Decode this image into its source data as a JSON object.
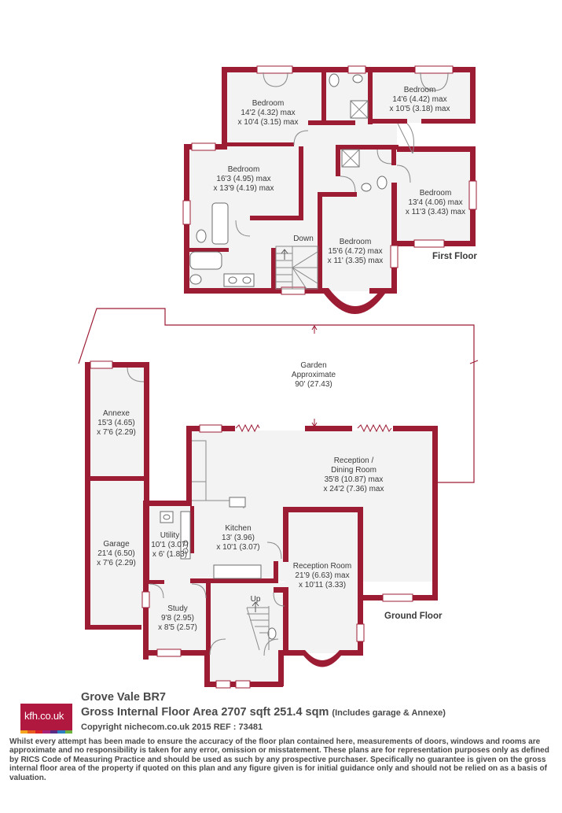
{
  "first_floor": {
    "floor_label": "First Floor",
    "rooms": [
      {
        "name": "Bedroom",
        "dims1": "14'2 (4.32) max",
        "dims2": "x 10'4 (3.15) max"
      },
      {
        "name": "Bedroom",
        "dims1": "14'6 (4.42) max",
        "dims2": "x 10'5 (3.18) max"
      },
      {
        "name": "Bedroom",
        "dims1": "16'3 (4.95) max",
        "dims2": "x 13'9 (4.19) max"
      },
      {
        "name": "Bedroom",
        "dims1": "13'4 (4.06) max",
        "dims2": "x 11'3 (3.43) max"
      },
      {
        "name": "Bedroom",
        "dims1": "15'6 (4.72) max",
        "dims2": "x 11' (3.35) max"
      }
    ],
    "stairs_label": "Down"
  },
  "garden": {
    "name": "Garden",
    "line2": "Approximate",
    "line3": "90' (27.43)"
  },
  "ground_floor": {
    "floor_label": "Ground Floor",
    "stairs_label": "Up",
    "rooms": [
      {
        "name": "Annexe",
        "dims1": "15'3 (4.65)",
        "dims2": "x 7'6 (2.29)"
      },
      {
        "name": "Garage",
        "dims1": "21'4 (6.50)",
        "dims2": "x 7'6 (2.29)"
      },
      {
        "name": "Utility",
        "dims1": "10'1 (3.07)",
        "dims2": "x 6' (1.83)"
      },
      {
        "name": "Kitchen",
        "dims1": "13' (3.96)",
        "dims2": "x 10'1 (3.07)"
      },
      {
        "name": "Reception /",
        "name2": "Dining Room",
        "dims1": "35'8 (10.87) max",
        "dims2": "x 24'2 (7.36) max"
      },
      {
        "name": "Reception Room",
        "dims1": "21'9 (6.63) max",
        "dims2": "x 10'11 (3.33)"
      },
      {
        "name": "Study",
        "dims1": "9'8 (2.95)",
        "dims2": "x 8'5 (2.57)"
      }
    ]
  },
  "footer": {
    "logo_text": "kfh.co.uk",
    "logo_colors": [
      "#f3a51d",
      "#e85d1f",
      "#d8202a",
      "#a8237a",
      "#5a2d84",
      "#2b7fc1",
      "#6cb33f"
    ],
    "title_line1": "Grove Vale  BR7",
    "title_line2": "Gross Internal Floor Area 2707 sqft 251.4 sqm",
    "title_note": "(Includes garage & Annexe)",
    "copyright": "Copyright nichecom.co.uk 2015 REF : 73481",
    "disclaimer": "Whilst every attempt has been made to ensure the accuracy of the floor plan contained here, measurements of doors, windows and rooms are approximate and no responsibility is taken for any error, omission or misstatement.  These plans are for representation purposes only as defined by RICS Code of Measuring Practice and should be used as such by any prospective purchaser.  Specifically no guarantee is given on the gross internal floor area of the property if quoted on this plan and any figure given is for initial guidance only and should not be relied on as a basis of valuation."
  }
}
